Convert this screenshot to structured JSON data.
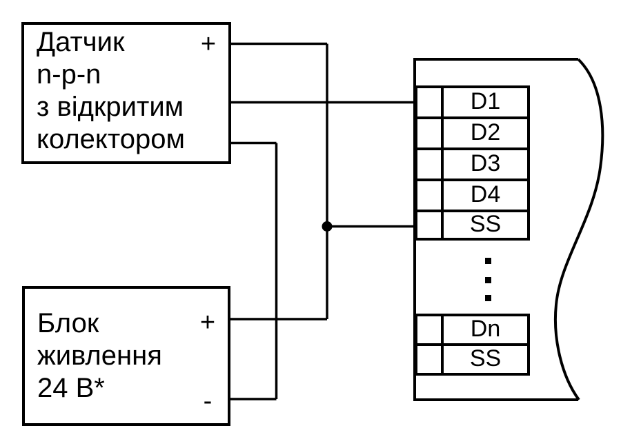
{
  "colors": {
    "background": "#ffffff",
    "line": "#000000",
    "text": "#000000"
  },
  "sensor_box": {
    "lines": [
      "Датчик",
      "n-p-n",
      "з відкритим",
      "колектором"
    ],
    "plus_terminal": "+"
  },
  "power_supply_box": {
    "lines": [
      "Блок",
      "живлення",
      "24 В*"
    ],
    "plus_terminal": "+",
    "minus_terminal": "-"
  },
  "terminal_block": {
    "input_rows": [
      {
        "label": "D1"
      },
      {
        "label": "D2"
      },
      {
        "label": "D3"
      },
      {
        "label": "D4"
      },
      {
        "label": "SS"
      }
    ],
    "continuation_rows": [
      {
        "label": "Dn"
      },
      {
        "label": "SS"
      }
    ]
  }
}
